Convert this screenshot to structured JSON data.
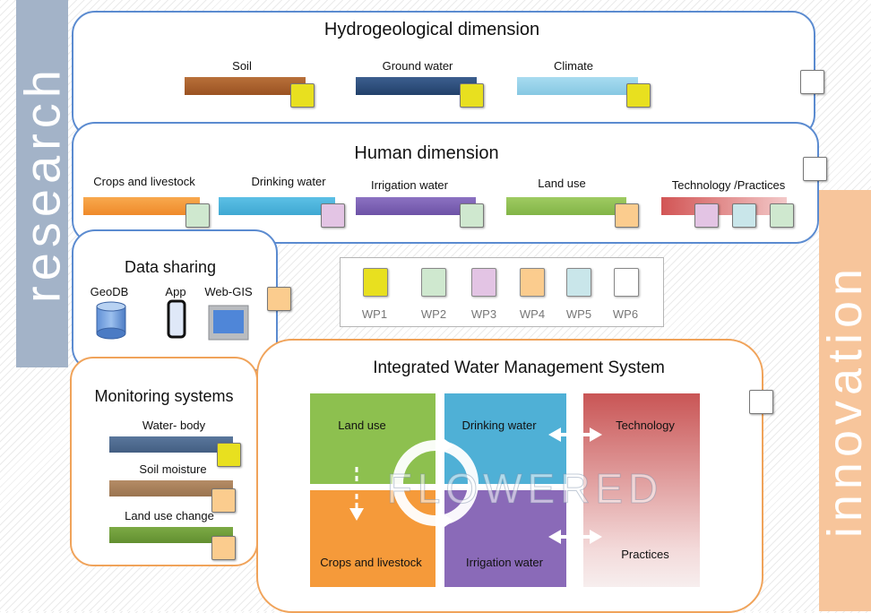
{
  "side_labels": {
    "research": "research",
    "innovation": "innovation"
  },
  "hydro": {
    "title": "Hydrogeological dimension",
    "items": [
      {
        "label": "Soil",
        "color": "#a85e2a",
        "note": "#e8e01f"
      },
      {
        "label": "Ground water",
        "color": "#2f4e78",
        "note": "#e8e01f"
      },
      {
        "label": "Climate",
        "color": "#9ad3ea",
        "note": "#e8e01f"
      }
    ]
  },
  "human": {
    "title": "Human dimension",
    "items": [
      {
        "label": "Crops and livestock",
        "color": "#f59a3a",
        "note": "#cfe8cf"
      },
      {
        "label": "Drinking water",
        "color": "#4fb3d9",
        "note": "#e3c4e4"
      },
      {
        "label": "Irrigation water",
        "color": "#7e63b4",
        "note": "#cfe8cf"
      },
      {
        "label": "Land use",
        "color": "#8fbf55",
        "note": "#fbcc8e"
      },
      {
        "label": "Technology /Practices",
        "color": "#d96a6a",
        "notes": [
          "#e3c4e4",
          "#c9e6ea",
          "#cfe8cf"
        ]
      }
    ]
  },
  "data_sharing": {
    "title": "Data sharing",
    "items": [
      "GeoDB",
      "App",
      "Web-GIS"
    ],
    "note": "#fbcc8e"
  },
  "legend": {
    "items": [
      {
        "label": "WP1",
        "color": "#e8e01f"
      },
      {
        "label": "WP2",
        "color": "#cfe8cf"
      },
      {
        "label": "WP3",
        "color": "#e3c4e4"
      },
      {
        "label": "WP4",
        "color": "#fbcc8e"
      },
      {
        "label": "WP5",
        "color": "#c9e6ea"
      },
      {
        "label": "WP6",
        "color": "#ffffff"
      }
    ]
  },
  "monitoring": {
    "title": "Monitoring systems",
    "items": [
      {
        "label": "Water- body",
        "color": "#4f6b8f",
        "note": "#e8e01f"
      },
      {
        "label": "Soil moisture",
        "color": "#a57f5a",
        "note": "#fbcc8e"
      },
      {
        "label": "Land use change",
        "color": "#6f9a3a",
        "note": "#fbcc8e"
      }
    ]
  },
  "iwms": {
    "title": "Integrated Water Management System",
    "cells": {
      "land_use": "Land use",
      "drinking_water": "Drinking water",
      "technology": "Technology",
      "crops": "Crops and livestock",
      "irrigation": "Irrigation water",
      "practices": "Practices"
    },
    "watermark": "FLOWERED",
    "colors": {
      "land_use": "#8dc04f",
      "drinking": "#4fb0d6",
      "crops": "#f59a3a",
      "irrigation": "#8a6ab8",
      "tech_top": "#c95a5a"
    }
  }
}
